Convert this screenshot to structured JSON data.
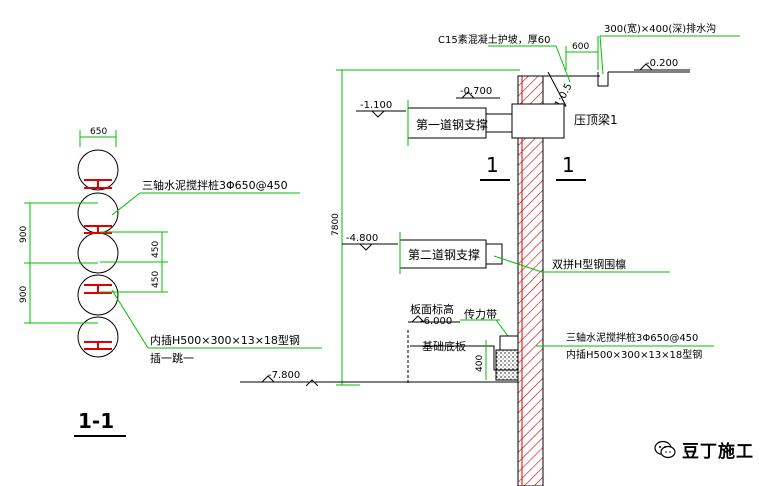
{
  "labels": {
    "pile_width": "650",
    "pile_desc": "三轴水泥搅拌桩3Φ650@450",
    "dim_900_top": "900",
    "dim_900_bottom": "900",
    "dim_450_top": "450",
    "dim_450_bottom": "450",
    "h_steel": "内插H500×300×13×18型钢",
    "h_steel_2": "插一跳一",
    "section_mark": "1-1",
    "c15": "C15素混凝土护坡，厚60",
    "drain": "300(宽)×400(深)排水沟",
    "dim_600": "600",
    "slope": "1:0.5",
    "elev_m0200": "-0.200",
    "elev_m0700": "-0.700",
    "elev_m1100": "-1.100",
    "strut1": "第一道钢支撑",
    "crown_beam": "压顶梁1",
    "sec1_left": "1",
    "sec1_right": "1",
    "dim_7800": "7800",
    "elev_m4800": "-4.800",
    "strut2": "第二道钢支撑",
    "waler": "双拼H型钢围檩",
    "slab_top": "板面标高",
    "elev_m6000": "-6.000",
    "transfer_belt": "传力带",
    "base_slab": "基础底板",
    "dim_400": "400",
    "pile_desc_r": "三轴水泥搅拌桩3Φ650@450",
    "h_steel_r": "内插H500×300×13×18型钢",
    "elev_m7800": "-7.800",
    "watermark": "豆丁施工"
  },
  "colors": {
    "dim_line": "#00c000",
    "steel": "#e00000",
    "hatch": "#cc0000",
    "text": "#000000"
  },
  "icons": {
    "watermark": "wechat-icon"
  }
}
